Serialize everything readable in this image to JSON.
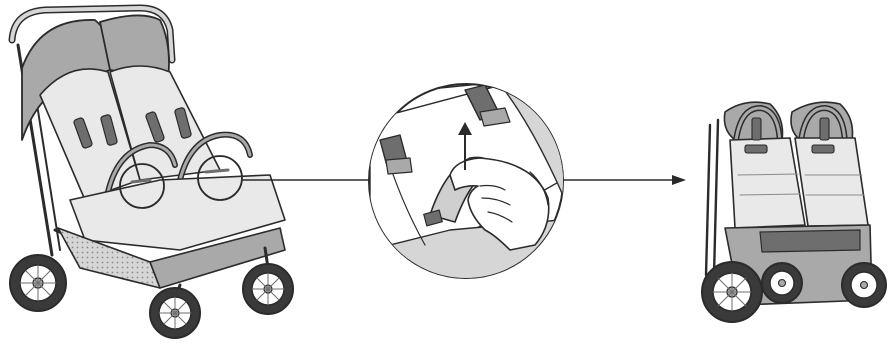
{
  "figure": {
    "steps": [
      {
        "id": "open-stroller",
        "icon": "double-stroller-open-icon"
      },
      {
        "id": "lift-fold-strap",
        "icon": "hand-pulling-strap-icon"
      },
      {
        "id": "folded-stroller",
        "icon": "double-stroller-folded-icon"
      }
    ],
    "arrows": [
      "right-arrow",
      "right-arrow"
    ],
    "colors": {
      "line": "#2b2b2b",
      "dark_fabric": "#6e6e6e",
      "mid_fabric": "#a9a9a9",
      "light_fabric": "#d6d6d6",
      "seat": "#e9e9e9",
      "tire": "#3a3a3a",
      "background": "#ffffff"
    }
  }
}
